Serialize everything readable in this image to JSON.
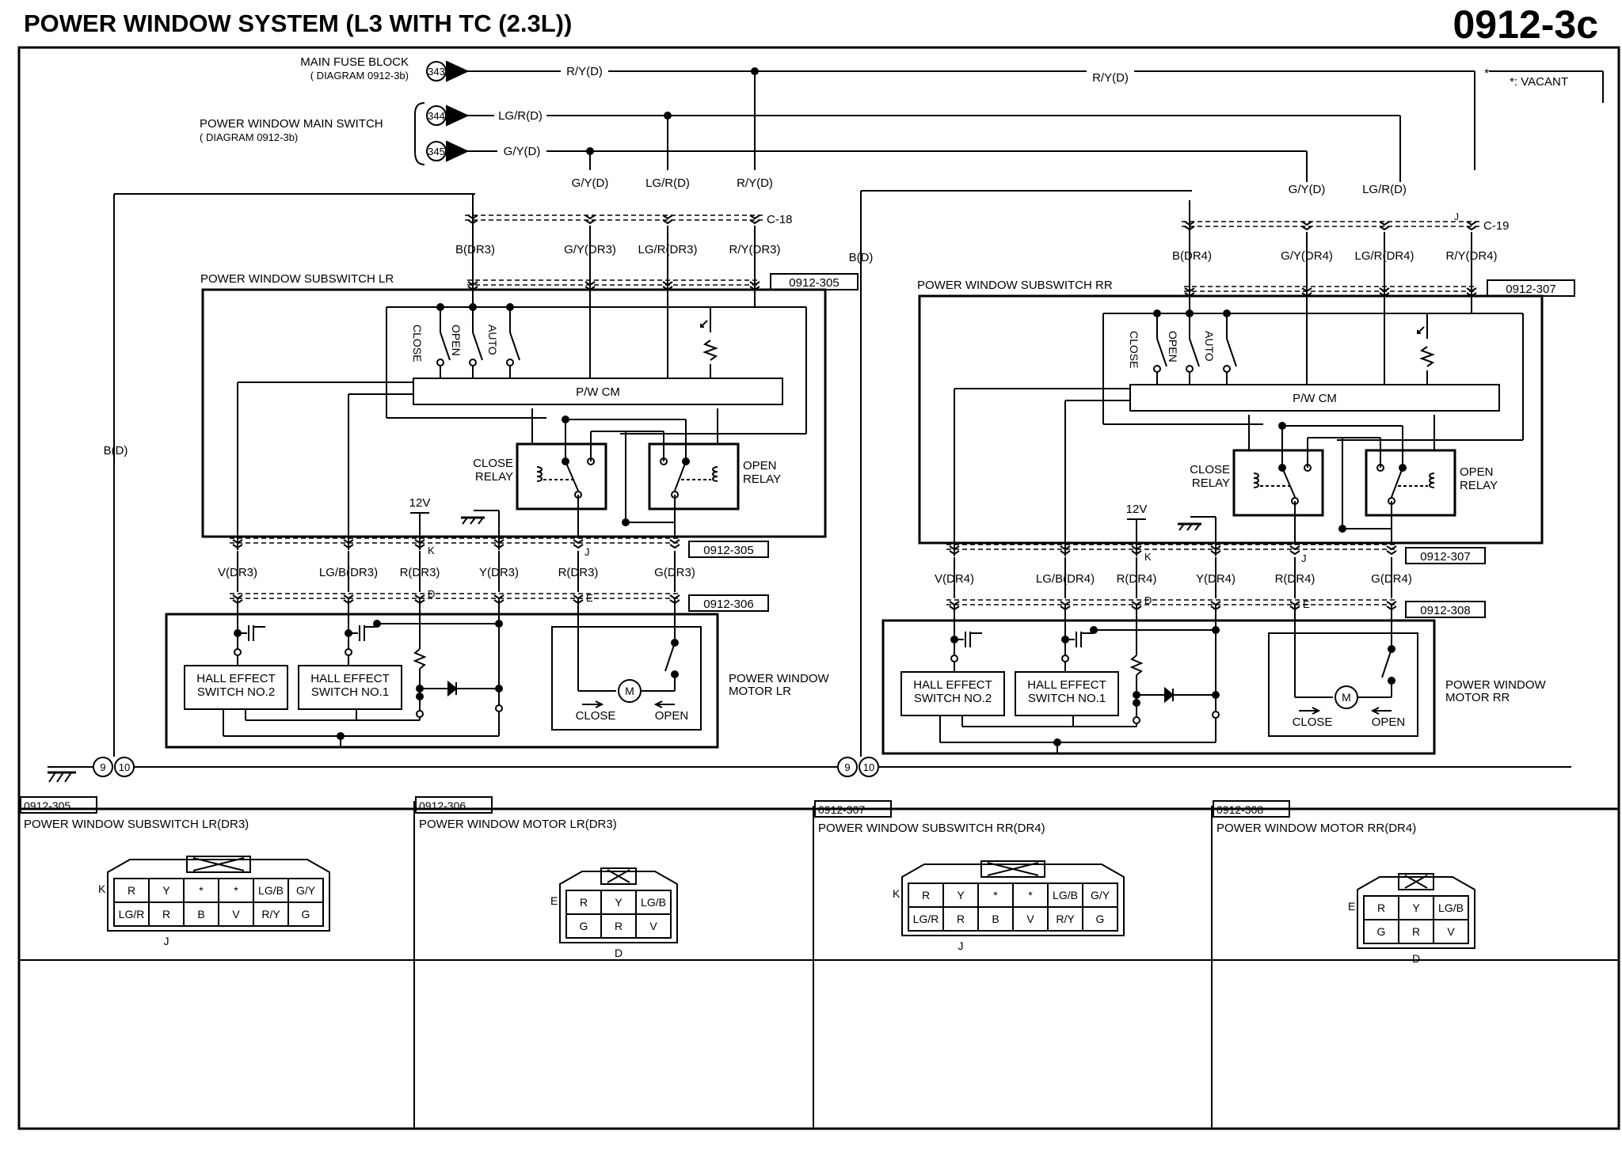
{
  "header": {
    "title": "POWER WINDOW SYSTEM (L3 WITH TC (2.3L))",
    "code": "0912-3c"
  },
  "vacant": "*: VACANT",
  "sources": {
    "fuse_block": "MAIN FUSE BLOCK",
    "fuse_block_ref": "( DIAGRAM 0912-3b)",
    "main_switch": "POWER WINDOW MAIN SWITCH",
    "main_switch_ref": "( DIAGRAM 0912-3b)",
    "pins": [
      "343",
      "344",
      "345"
    ],
    "wire_labels": [
      "R/Y(D)",
      "LG/R(D)",
      "G/Y(D)",
      "R/Y(D)"
    ]
  },
  "left": {
    "top_wires": [
      "G/Y(D)",
      "LG/R(D)",
      "R/Y(D)"
    ],
    "joint": "C-18",
    "ground_wire": "B(D)",
    "sub_wires": [
      "B(DR3)",
      "G/Y(DR3)",
      "LG/R(DR3)",
      "R/Y(DR3)"
    ],
    "subswitch": "POWER WINDOW SUBSWITCH LR",
    "ref_subswitch": "0912-305",
    "ref_motor": "0912-306",
    "switches": [
      "CLOSE",
      "OPEN",
      "AUTO"
    ],
    "cm": "P/W CM",
    "close_relay": [
      "CLOSE",
      "RELAY"
    ],
    "open_relay": [
      "OPEN",
      "RELAY"
    ],
    "twelve_v": "12V",
    "pin_k": "K",
    "pin_j": "J",
    "pin_d": "D",
    "pin_e": "E",
    "motor_wires": [
      "V(DR3)",
      "LG/B(DR3)",
      "R(DR3)",
      "Y(DR3)",
      "R(DR3)",
      "G(DR3)"
    ],
    "hall2": [
      "HALL EFFECT",
      "SWITCH NO.2"
    ],
    "hall1": [
      "HALL EFFECT",
      "SWITCH NO.1"
    ],
    "motor": [
      "POWER WINDOW",
      "MOTOR LR"
    ],
    "motor_close": "CLOSE",
    "motor_open": "OPEN",
    "motor_symbol": "M",
    "grounds": [
      "9",
      "10"
    ]
  },
  "right": {
    "top_wires": [
      "G/Y(D)",
      "LG/R(D)"
    ],
    "joint": "C-19",
    "joint_j": "J",
    "ground_wire": "B(D)",
    "sub_wires": [
      "B(DR4)",
      "G/Y(DR4)",
      "LG/R(DR4)",
      "R/Y(DR4)"
    ],
    "subswitch": "POWER WINDOW SUBSWITCH RR",
    "ref_subswitch": "0912-307",
    "ref_motor": "0912-308",
    "switches": [
      "CLOSE",
      "OPEN",
      "AUTO"
    ],
    "cm": "P/W CM",
    "close_relay": [
      "CLOSE",
      "RELAY"
    ],
    "open_relay": [
      "OPEN",
      "RELAY"
    ],
    "twelve_v": "12V",
    "pin_k": "K",
    "pin_j": "J",
    "pin_d": "D",
    "pin_e": "E",
    "motor_wires": [
      "V(DR4)",
      "LG/B(DR4)",
      "R(DR4)",
      "Y(DR4)",
      "R(DR4)",
      "G(DR4)"
    ],
    "hall2": [
      "HALL EFFECT",
      "SWITCH NO.2"
    ],
    "hall1": [
      "HALL EFFECT",
      "SWITCH NO.1"
    ],
    "motor": [
      "POWER WINDOW",
      "MOTOR RR"
    ],
    "motor_close": "CLOSE",
    "motor_open": "OPEN",
    "motor_symbol": "M",
    "grounds": [
      "9",
      "10"
    ]
  },
  "connectors": [
    {
      "code": "0912-305",
      "title": "POWER WINDOW SUBSWITCH LR(DR3)",
      "row1": [
        "R",
        "Y",
        "*",
        "*",
        "LG/B",
        "G/Y"
      ],
      "row2": [
        "LG/R",
        "R",
        "B",
        "V",
        "R/Y",
        "G"
      ],
      "side": "K",
      "bottom": "J"
    },
    {
      "code": "0912-306",
      "title": "POWER WINDOW MOTOR LR(DR3)",
      "row1": [
        "R",
        "Y",
        "LG/B"
      ],
      "row2": [
        "G",
        "R",
        "V"
      ],
      "side": "E",
      "bottom": "D"
    },
    {
      "code": "0912-307",
      "title": "POWER WINDOW SUBSWITCH RR(DR4)",
      "row1": [
        "R",
        "Y",
        "*",
        "*",
        "LG/B",
        "G/Y"
      ],
      "row2": [
        "LG/R",
        "R",
        "B",
        "V",
        "R/Y",
        "G"
      ],
      "side": "K",
      "bottom": "J"
    },
    {
      "code": "0912-308",
      "title": "POWER WINDOW MOTOR RR(DR4)",
      "row1": [
        "R",
        "Y",
        "LG/B"
      ],
      "row2": [
        "G",
        "R",
        "V"
      ],
      "side": "E",
      "bottom": "D"
    }
  ]
}
